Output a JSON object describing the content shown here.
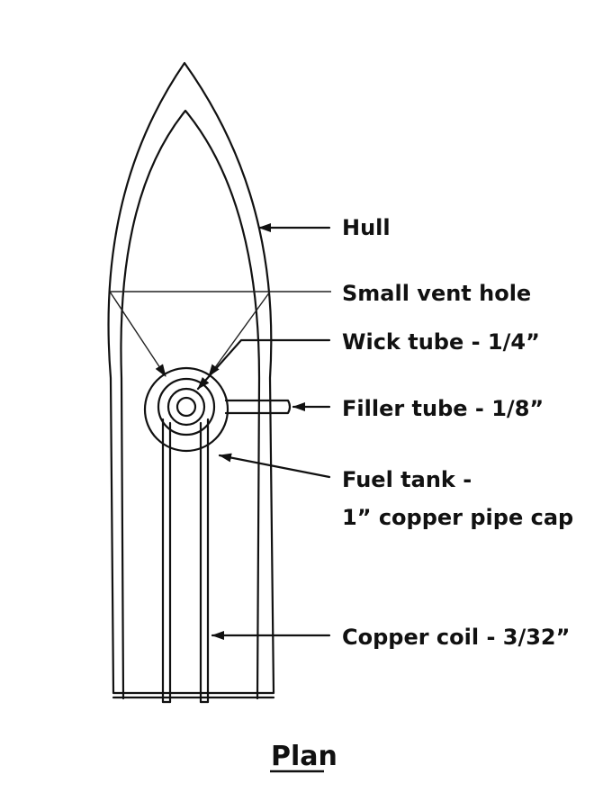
{
  "labels": {
    "hull": "Hull",
    "vent_hole": "Small vent hole",
    "wick_tube": "Wick tube - 1/4”",
    "filler_tube": "Filler tube - 1/8”",
    "fuel_tank_line1": "Fuel tank -",
    "fuel_tank_line2": "1” copper pipe cap",
    "copper_coil": "Copper coil - 3/32”"
  },
  "title": "Plan"
}
